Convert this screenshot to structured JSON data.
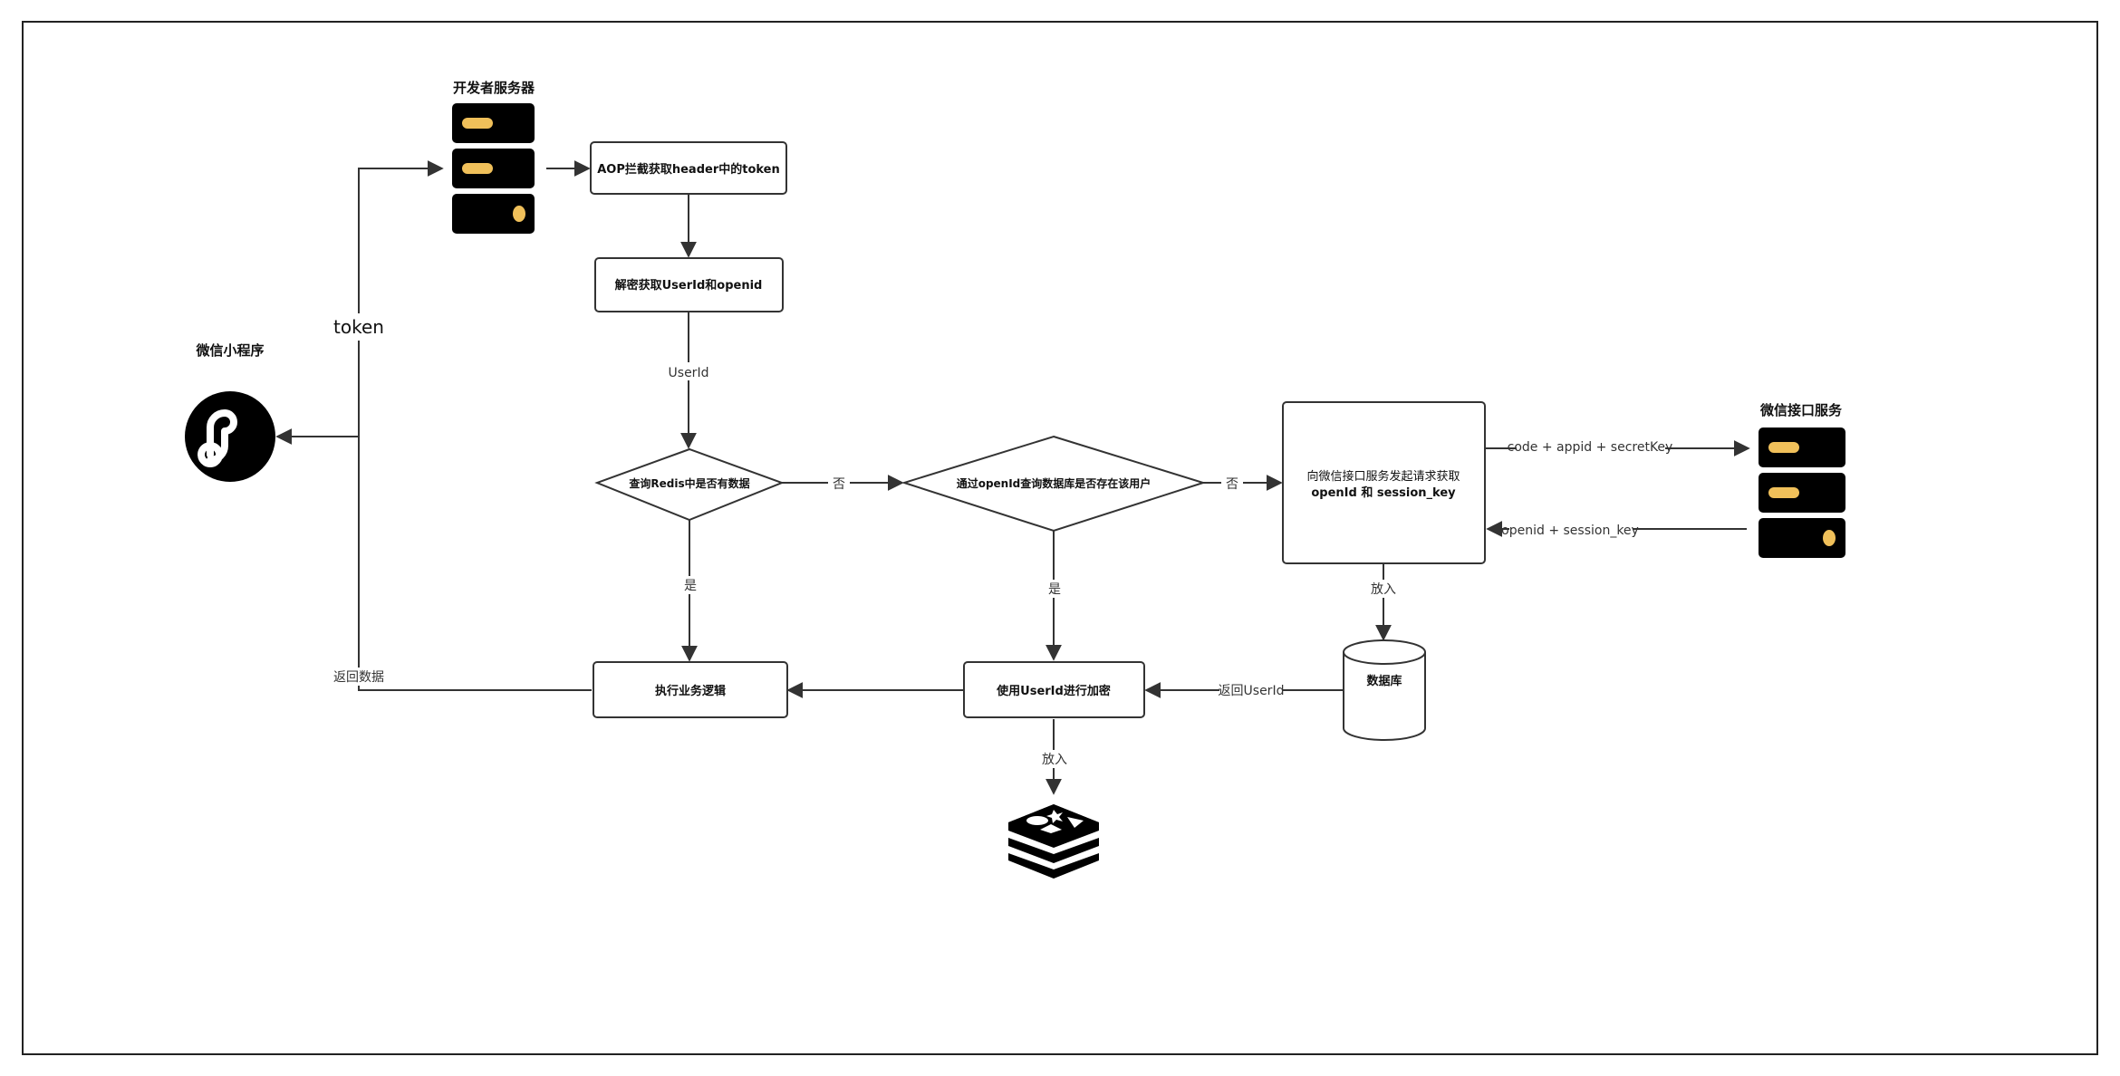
{
  "nodes": {
    "dev_server_title": "开发者服务器",
    "miniprogram_title": "微信小程序",
    "wechat_service_title": "微信接口服务",
    "aop_box": "AOP拦截获取header中的token",
    "decrypt_box": "解密获取UserId和openid",
    "redis_check": "查询Redis中是否有数据",
    "db_check": "通过openId查询数据库是否存在该用户",
    "wechat_request_line1": "向微信接口服务发起请求获取",
    "wechat_request_line2": "openId 和 session_key",
    "database": "数据库",
    "execute_box": "执行业务逻辑",
    "encrypt_box": "使用UserId进行加密"
  },
  "edges": {
    "token": "token",
    "userid": "UserId",
    "no_1": "否",
    "no_2": "否",
    "yes_1": "是",
    "yes_2": "是",
    "code_appid": "code + appid + secretKey",
    "openid_session": "openid + session_key",
    "put_db": "放入",
    "return_userid": "返回UserId",
    "put_redis": "放入",
    "return_data": "返回数据"
  },
  "colors": {
    "server_bg": "#000000",
    "server_led": "#f0c05a",
    "stroke": "#333333"
  },
  "icons": {
    "server": "server-icon",
    "miniprogram": "wechat-miniprogram-icon",
    "redis": "redis-icon",
    "database": "database-cylinder-icon"
  }
}
